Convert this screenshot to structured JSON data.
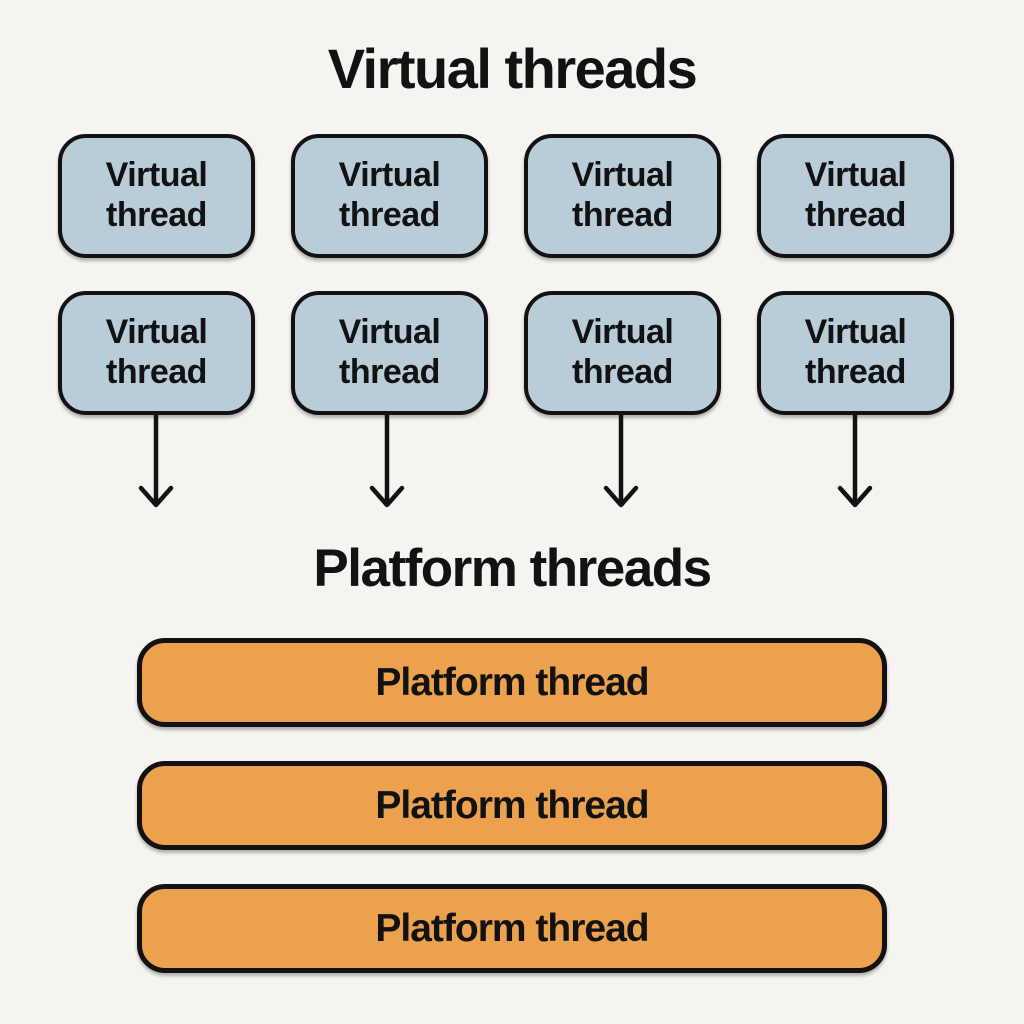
{
  "virtual_section": {
    "title": "Virtual threads",
    "boxes": [
      {
        "label": "Virtual thread"
      },
      {
        "label": "Virtual thread"
      },
      {
        "label": "Virtual thread"
      },
      {
        "label": "Virtual thread"
      },
      {
        "label": "Virtual thread"
      },
      {
        "label": "Virtual thread"
      },
      {
        "label": "Virtual thread"
      },
      {
        "label": "Virtual thread"
      }
    ]
  },
  "platform_section": {
    "title": "Platform threads",
    "bars": [
      {
        "label": "Platform thread"
      },
      {
        "label": "Platform thread"
      },
      {
        "label": "Platform thread"
      }
    ]
  },
  "colors": {
    "background": "#f5f4f1",
    "virtual_box_fill": "#b9cdd9",
    "platform_bar_fill": "#eca14e",
    "outline": "#121212",
    "text": "#121212"
  }
}
